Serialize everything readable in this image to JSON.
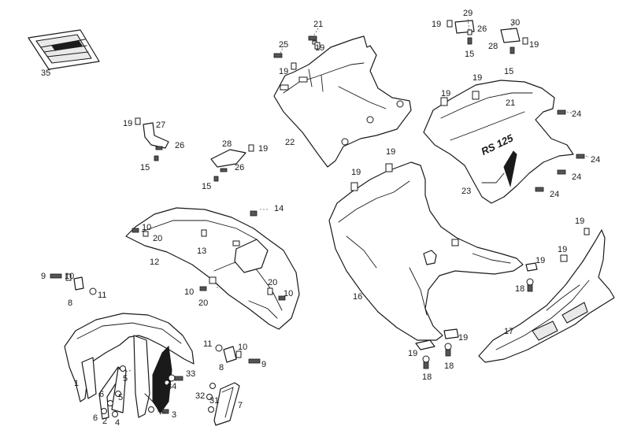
{
  "callouts": {
    "c35": "35",
    "c22": "22",
    "c21a": "21",
    "c25": "25",
    "c19_22a": "19",
    "c19_22b": "19",
    "c29": "29",
    "c30": "30",
    "c19_29": "19",
    "c26_29": "26",
    "c15_29": "15",
    "c28_30": "28",
    "c19_30": "19",
    "c15_30": "15",
    "c19_23a": "19",
    "c19_23b": "19",
    "c21b": "21",
    "c24a": "24",
    "c24b": "24",
    "c24c": "24",
    "c24d": "24",
    "c23": "23",
    "c19_27": "19",
    "c27": "27",
    "c26_27": "26",
    "c15_27": "15",
    "c28_mid": "28",
    "c19_28": "19",
    "c26_28": "26",
    "c15_28": "15",
    "c14": "14",
    "c10a": "10",
    "c20a": "20",
    "c12": "12",
    "c13": "13",
    "c10b": "10",
    "c20b": "20",
    "c20c": "20",
    "c10c": "10",
    "c9a": "9",
    "c10d": "10",
    "c8a": "8",
    "c11a": "11",
    "c19_16a": "19",
    "c19_16b": "19",
    "c16": "16",
    "c19_16c": "19",
    "c18a": "18",
    "c19_16d": "19",
    "c19_16e": "19",
    "c18b": "18",
    "c18c": "18",
    "c19_17a": "19",
    "c19_17b": "19",
    "c17": "17",
    "c1": "1",
    "c5a": "5",
    "c5b": "5",
    "c6a": "6",
    "c6b": "6",
    "c2": "2",
    "c4": "4",
    "c3": "3",
    "c34": "34",
    "c33": "33",
    "c11b": "11",
    "c10e": "10",
    "c8b": "8",
    "c9b": "9",
    "c32": "32",
    "c31": "31",
    "c7": "7"
  },
  "decal_text": "RS 125",
  "colors": {
    "line": "#1a1a1a",
    "paper": "#ffffff",
    "shade": "#e9e9e9"
  }
}
